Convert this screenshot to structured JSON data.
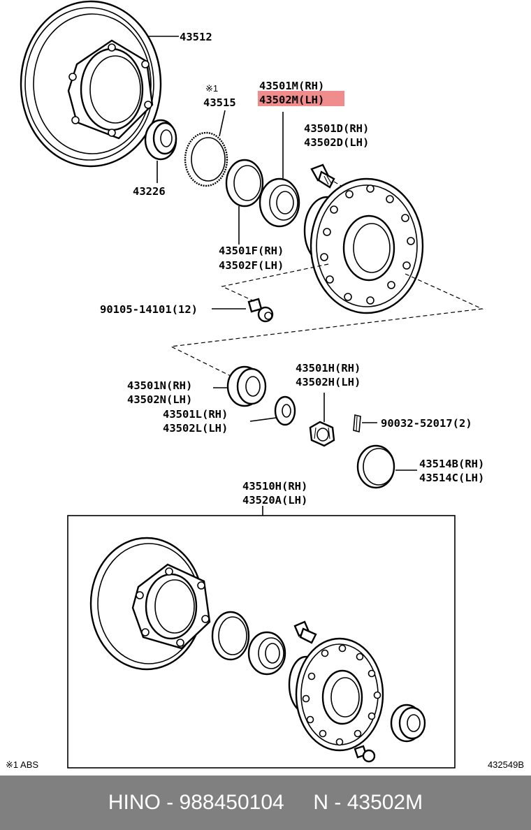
{
  "labels": {
    "p43512": "43512",
    "mark_note": "※1",
    "p43515": "43515",
    "p43501m": "43501M(RH)",
    "p43502m": "43502M(LH)",
    "p43501d": "43501D(RH)",
    "p43502d": "43502D(LH)",
    "p43226": "43226",
    "p43501f": "43501F(RH)",
    "p43502f": "43502F(LH)",
    "p90105": "90105-14101(12)",
    "p43501n": "43501N(RH)",
    "p43502n": "43502N(LH)",
    "p43501h": "43501H(RH)",
    "p43502h": "43502H(LH)",
    "p43501l": "43501L(RH)",
    "p43502l": "43502L(LH)",
    "p90032": "90032-52017(2)",
    "p43514b": "43514B(RH)",
    "p43514c": "43514C(LH)",
    "p43510h": "43510H(RH)",
    "p43520a": "43520A(LH)"
  },
  "legend": {
    "abs_note": "※1 ABS"
  },
  "diagram_code": "432549B",
  "highlight_color": "#f08c8c",
  "footer": {
    "text": "HINO - 988450104     N - 43502M"
  }
}
